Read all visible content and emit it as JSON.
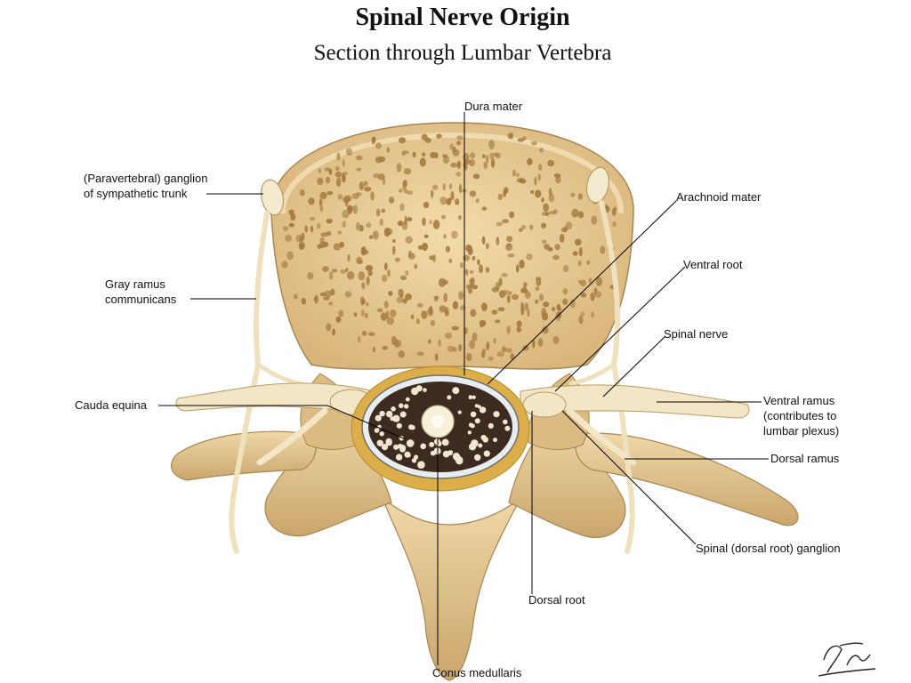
{
  "title": "Spinal Nerve Origin",
  "subtitle": "Section through Lumbar Vertebra",
  "labels": {
    "dura_mater": "Dura mater",
    "arachnoid_mater": "Arachnoid mater",
    "ventral_root": "Ventral root",
    "spinal_nerve": "Spinal nerve",
    "ventral_ramus_1": "Ventral ramus",
    "ventral_ramus_2": "(contributes to",
    "ventral_ramus_3": "lumbar plexus)",
    "dorsal_ramus": "Dorsal ramus",
    "spinal_ganglion": "Spinal (dorsal root) ganglion",
    "dorsal_root": "Dorsal root",
    "conus_medullaris": "Conus medullaris",
    "cauda_equina": "Cauda equina",
    "gray_ramus_1": "Gray ramus",
    "gray_ramus_2": "communicans",
    "sympathetic_1": "(Paravertebral) ganglion",
    "sympathetic_2": "of sympathetic trunk"
  },
  "signature": "F. Netter",
  "colors": {
    "bone": "#e9cf99",
    "bone_dark": "#c7a36a",
    "bone_pore": "#a3793f",
    "nerve": "#f1e5c4",
    "dura": "#e4bf48",
    "canal": "#3d2b22",
    "leader": "#000000"
  }
}
